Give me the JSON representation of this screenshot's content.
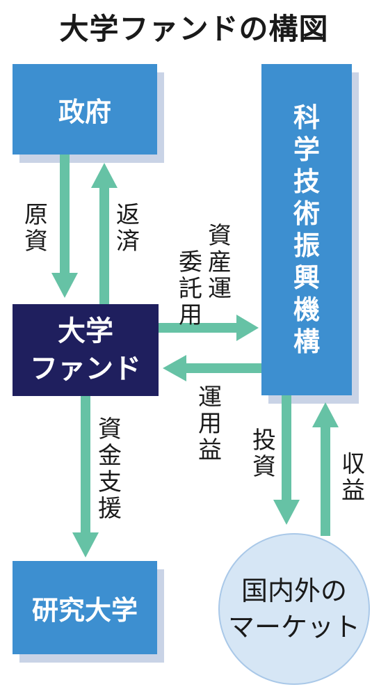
{
  "title": "大学ファンドの構図",
  "nodes": {
    "government": "政府",
    "university_fund": "大学\nファンド",
    "research_universities": "研究大学",
    "jst": "科学技術振興機構",
    "market": "国内外の\nマーケット"
  },
  "edges": {
    "capital": "原資",
    "repayment": "返済",
    "asset_mgmt_col1": "資産運",
    "asset_mgmt_col2": "委託用",
    "investment_returns": "運用益",
    "financial_support": "資金支援",
    "investment": "投資",
    "revenue": "収益"
  },
  "colors": {
    "box_blue": "#3d8fd0",
    "box_navy": "#1f1f5e",
    "arrow_green": "#66c2a5",
    "market_fill": "#d6e6f5"
  }
}
